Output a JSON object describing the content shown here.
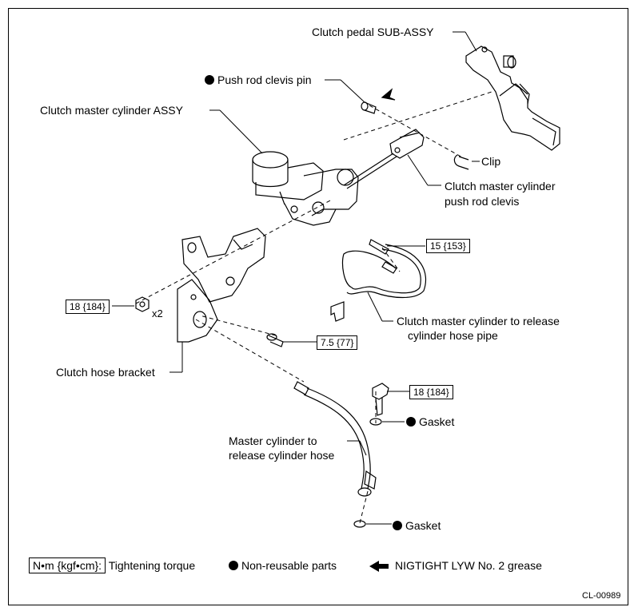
{
  "labels": {
    "clutch_pedal": "Clutch pedal SUB-ASSY",
    "push_rod_clevis_pin": "Push rod clevis pin",
    "master_cylinder_assy": "Clutch master cylinder ASSY",
    "clip": "Clip",
    "push_rod_clevis_1": "Clutch master cylinder",
    "push_rod_clevis_2": "push rod clevis",
    "hose_pipe_1": "Clutch master cylinder to release",
    "hose_pipe_2": "cylinder hose pipe",
    "hose_bracket": "Clutch hose bracket",
    "hose_1": "Master cylinder to",
    "hose_2": "release cylinder hose",
    "gasket_upper": "Gasket",
    "gasket_lower": "Gasket",
    "x2": "x2"
  },
  "torques": {
    "pipe": "15 {153}",
    "nut": "18 {184}",
    "bolt": "7.5 {77}",
    "union": "18 {184}"
  },
  "legend": {
    "unit": "N•m {kgf•cm}:",
    "unit_desc": "Tightening torque",
    "non_reusable": "Non-reusable parts",
    "grease": "NIGTIGHT LYW No. 2 grease"
  },
  "figure_id": "CL-00989"
}
